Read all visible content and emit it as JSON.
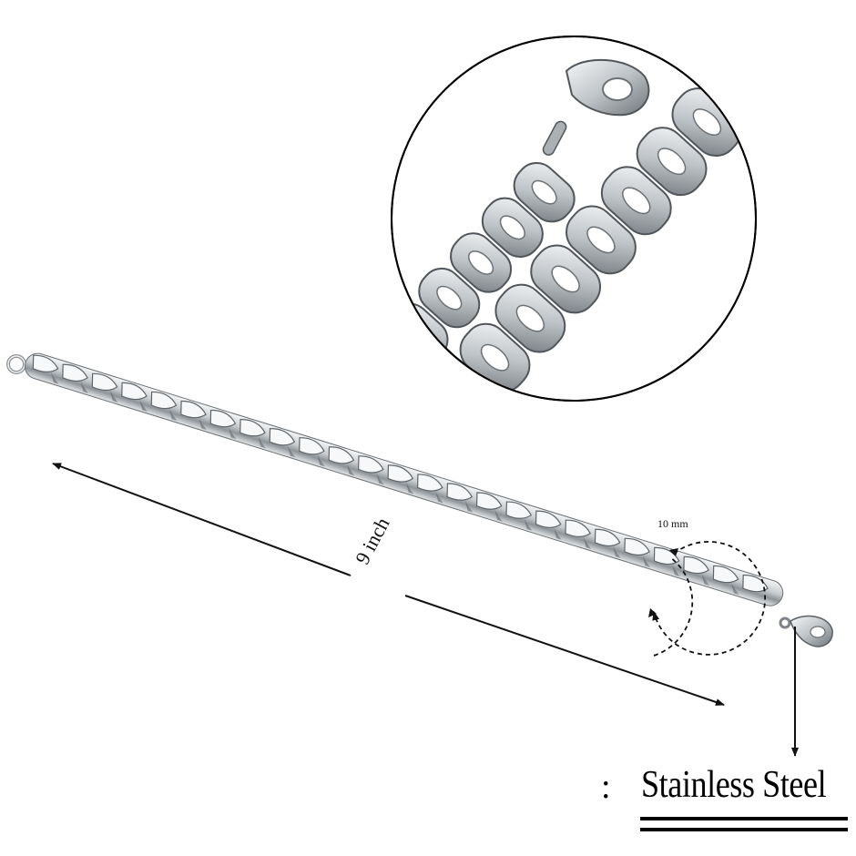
{
  "product": {
    "type": "curb-link-chain-bracelet",
    "color": "#c9cdd0"
  },
  "dimensions": {
    "length_label": "9 inch",
    "width_label": "10 mm"
  },
  "material": {
    "prefix": ":",
    "label": "Stainless Steel"
  },
  "colors": {
    "background": "#ffffff",
    "ink": "#000000",
    "metal_light": "#eef0f1",
    "metal_mid": "#b9bec2",
    "metal_dark": "#5a6066"
  }
}
